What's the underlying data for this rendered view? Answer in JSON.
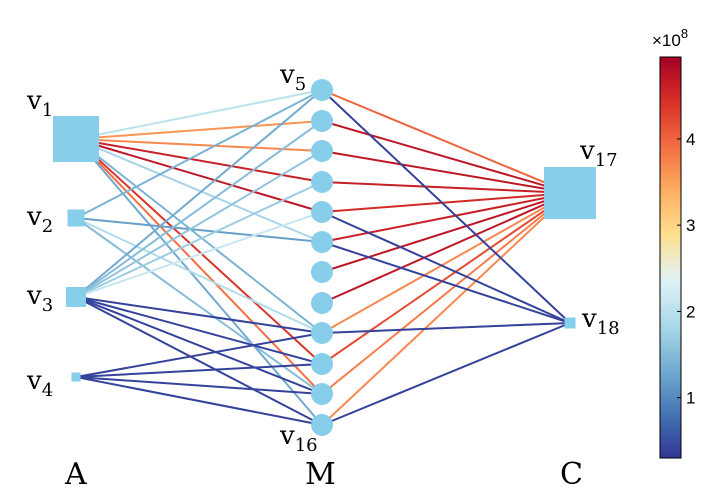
{
  "node_labels": {
    "v1": {
      "base": "v",
      "sub": "1"
    },
    "v2": {
      "base": "v",
      "sub": "2"
    },
    "v3": {
      "base": "v",
      "sub": "3"
    },
    "v4": {
      "base": "v",
      "sub": "4"
    },
    "v5": {
      "base": "v",
      "sub": "5"
    },
    "v16": {
      "base": "v",
      "sub": "16"
    },
    "v17": {
      "base": "v",
      "sub": "17"
    },
    "v18": {
      "base": "v",
      "sub": "18"
    }
  },
  "groups": {
    "A": "A",
    "M": "M",
    "C": "C"
  },
  "colorbar": {
    "multiplier_base": "×10",
    "multiplier_exp": "8",
    "min": 0.3,
    "max": 4.95,
    "ticks": [
      "1",
      "2",
      "3",
      "4"
    ],
    "colors": [
      "#313695",
      "#4575b4",
      "#74add1",
      "#abd9e9",
      "#e0f3f8",
      "#fee090",
      "#fdae61",
      "#f46d43",
      "#d73027",
      "#a50026"
    ]
  },
  "node_color": "#87ceeb",
  "edges": [
    [
      "v1",
      "m1",
      2.0
    ],
    [
      "v1",
      "m2",
      3.6
    ],
    [
      "v1",
      "m3",
      3.7
    ],
    [
      "v1",
      "m4",
      4.6
    ],
    [
      "v1",
      "m5",
      4.7
    ],
    [
      "v1",
      "m6",
      1.8
    ],
    [
      "v1",
      "m9",
      1.4
    ],
    [
      "v1",
      "m10",
      4.4
    ],
    [
      "v1",
      "m11",
      3.9
    ],
    [
      "v1",
      "m12",
      1.3
    ],
    [
      "v2",
      "m1",
      1.4
    ],
    [
      "v2",
      "m6",
      1.2
    ],
    [
      "v2",
      "m9",
      1.9
    ],
    [
      "v2",
      "m11",
      1.5
    ],
    [
      "v3",
      "m1",
      1.3
    ],
    [
      "v3",
      "m2",
      1.5
    ],
    [
      "v3",
      "m3",
      1.6
    ],
    [
      "v3",
      "m4",
      1.7
    ],
    [
      "v3",
      "m5",
      2.1
    ],
    [
      "v3",
      "m9",
      0.4
    ],
    [
      "v3",
      "m10",
      0.4
    ],
    [
      "v3",
      "m11",
      0.4
    ],
    [
      "v3",
      "m12",
      0.4
    ],
    [
      "v4",
      "m9",
      0.4
    ],
    [
      "v4",
      "m10",
      0.4
    ],
    [
      "v4",
      "m11",
      0.4
    ],
    [
      "v4",
      "m12",
      0.4
    ],
    [
      "m1",
      "v17",
      4.0
    ],
    [
      "m2",
      "v17",
      4.7
    ],
    [
      "m3",
      "v17",
      4.7
    ],
    [
      "m4",
      "v17",
      4.6
    ],
    [
      "m5",
      "v17",
      4.5
    ],
    [
      "m6",
      "v17",
      4.6
    ],
    [
      "m7",
      "v17",
      4.7
    ],
    [
      "m8",
      "v17",
      4.7
    ],
    [
      "m9",
      "v17",
      3.7
    ],
    [
      "m10",
      "v17",
      4.2
    ],
    [
      "m11",
      "v17",
      3.8
    ],
    [
      "m12",
      "v17",
      3.7
    ],
    [
      "m1",
      "v18",
      0.4
    ],
    [
      "m5",
      "v18",
      0.4
    ],
    [
      "m6",
      "v18",
      0.4
    ],
    [
      "m9",
      "v18",
      0.4
    ],
    [
      "m12",
      "v18",
      0.4
    ]
  ]
}
